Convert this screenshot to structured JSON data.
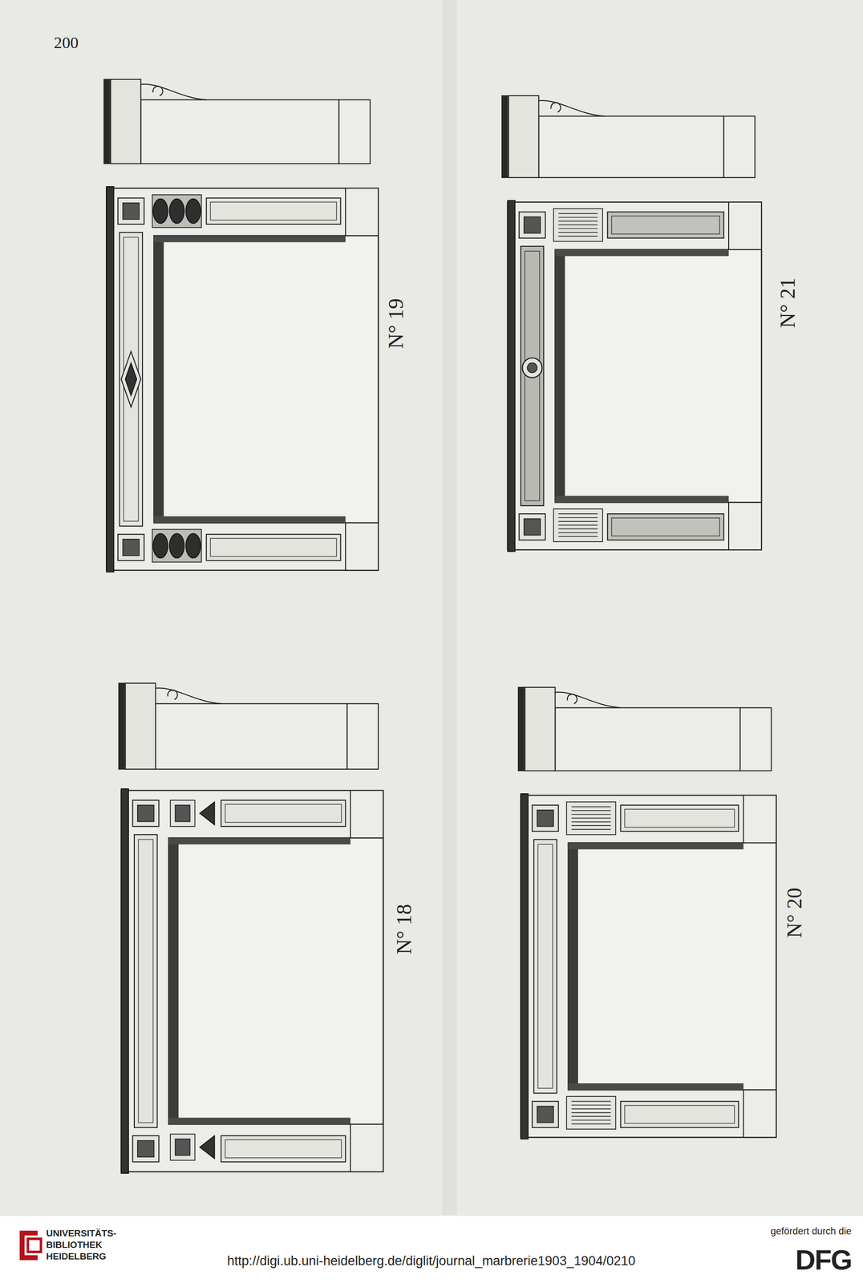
{
  "diagram": {
    "labels": [
      "200",
      "N° 19",
      "N° 21",
      "N° 18",
      "N° 20",
      "http://digi.ub.uni-heidelberg.de/diglit/journal_marbrerie1903_1904/0210",
      "UNIVERSITÄTS-",
      "BIBLIOTHEK",
      "HEIDELBERG",
      "gefördert durch die",
      "DFG"
    ]
  }
}
